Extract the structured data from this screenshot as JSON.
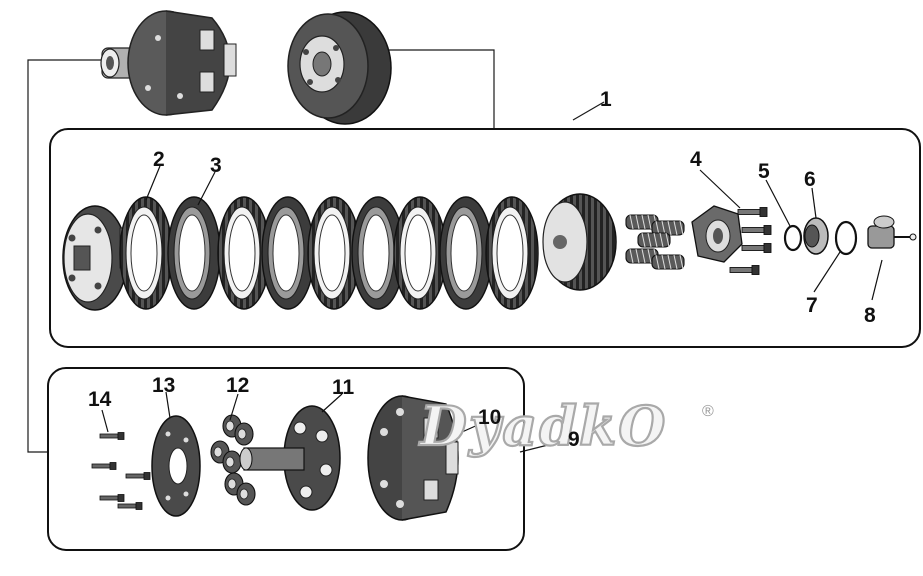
{
  "callouts": [
    {
      "id": "1",
      "text": "1"
    },
    {
      "id": "2",
      "text": "2"
    },
    {
      "id": "3",
      "text": "3"
    },
    {
      "id": "4",
      "text": "4"
    },
    {
      "id": "5",
      "text": "5"
    },
    {
      "id": "6",
      "text": "6"
    },
    {
      "id": "7",
      "text": "7"
    },
    {
      "id": "8",
      "text": "8"
    },
    {
      "id": "9",
      "text": "9"
    },
    {
      "id": "10",
      "text": "10"
    },
    {
      "id": "11",
      "text": "11"
    },
    {
      "id": "12",
      "text": "12"
    },
    {
      "id": "13",
      "text": "13"
    },
    {
      "id": "14",
      "text": "14"
    }
  ],
  "watermark": {
    "text": "DyadkO",
    "mark": "®"
  },
  "colors": {
    "part_dark": "#3c3c3c",
    "part_mid": "#7a7a7a",
    "part_light": "#d4d4d4",
    "line": "#1a1a1a"
  }
}
